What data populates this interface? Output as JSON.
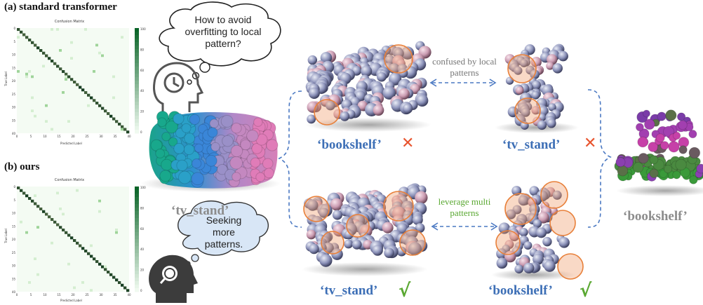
{
  "panel_a": {
    "title": "(a) standard transformer",
    "cm_title": "Confusion Matrix",
    "y_label": "True Label",
    "x_label": "Predicted Label",
    "colorbar_ticks": [
      "100",
      "80",
      "60",
      "40",
      "20",
      "0"
    ],
    "y_ticks": [
      "0",
      "5",
      "10",
      "15",
      "20",
      "25",
      "30",
      "35",
      "40"
    ],
    "x_ticks": [
      "0",
      "5",
      "10",
      "15",
      "20",
      "25",
      "30",
      "35",
      "40"
    ]
  },
  "panel_b": {
    "title": "(b) ours",
    "cm_title": "Confusion Matrix",
    "y_label": "True Label",
    "x_label": "Predicted Label",
    "colorbar_ticks": [
      "100",
      "80",
      "60",
      "40",
      "20",
      "0"
    ],
    "y_ticks": [
      "0",
      "5",
      "10",
      "15",
      "20",
      "25",
      "30",
      "35",
      "40"
    ],
    "x_ticks": [
      "0",
      "5",
      "10",
      "15",
      "20",
      "25",
      "30",
      "35",
      "40"
    ]
  },
  "thought_bubble": "How to avoid overfitting to local pattern?",
  "speech_bubble": "Seeking more patterns.",
  "input_label": "‘tv_stand’",
  "output_label": "‘bookshelf’",
  "top_row": {
    "left_pred": "‘bookshelf’",
    "right_pred": "‘tv_stand’",
    "note": "confused by local patterns",
    "mark": "✕"
  },
  "bottom_row": {
    "left_pred": "‘tv_stand’",
    "right_pred": "‘bookshelf’",
    "note": "leverage multi patterns",
    "mark": "√"
  },
  "colors": {
    "cm_diag": "#0b6b2f",
    "label_blue": "#3d6fb6",
    "cross_red": "#e8542e",
    "check_green": "#5aa832",
    "dash_blue": "#4a78c2",
    "highlight": "#f0a070",
    "gray_label": "#8c8c8c"
  },
  "icons": [
    "clock-head-icon",
    "magnifier-head-icon"
  ]
}
